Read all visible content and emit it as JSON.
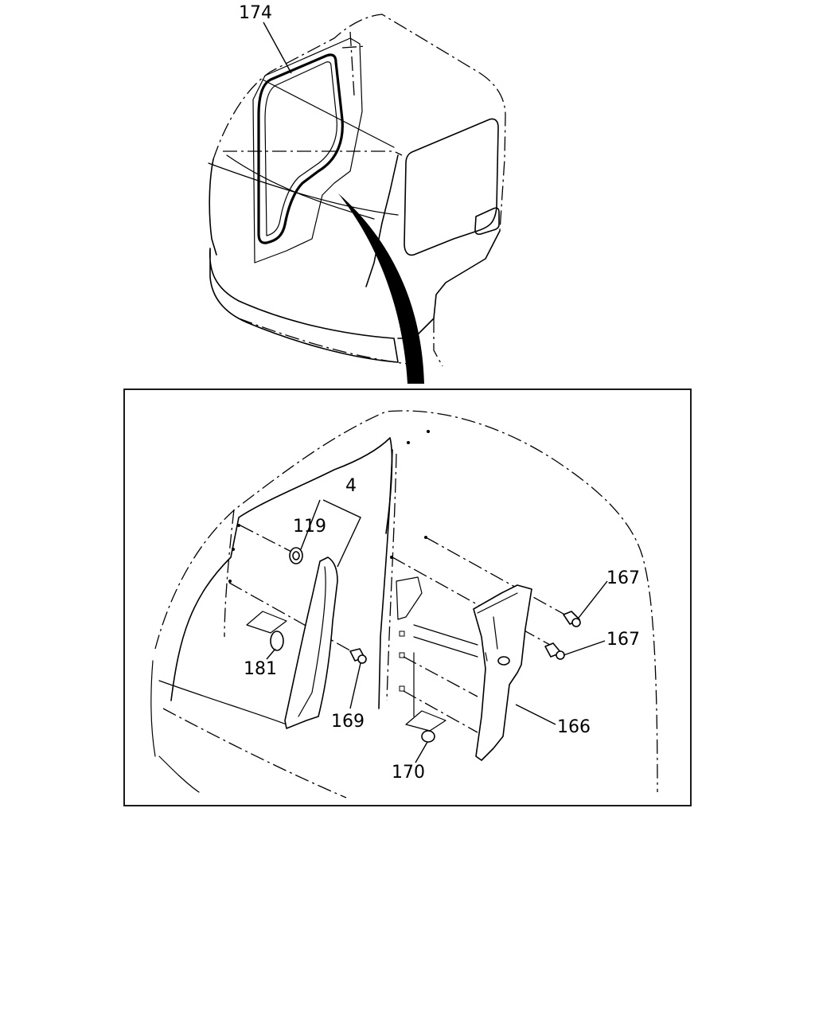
{
  "callouts": {
    "p174": "174",
    "p4": "4",
    "p119": "119",
    "p181": "181",
    "p169": "169",
    "p167a": "167",
    "p167b": "167",
    "p166": "166",
    "p170": "170"
  },
  "colors": {
    "ink": "#000000",
    "paper": "#ffffff"
  }
}
